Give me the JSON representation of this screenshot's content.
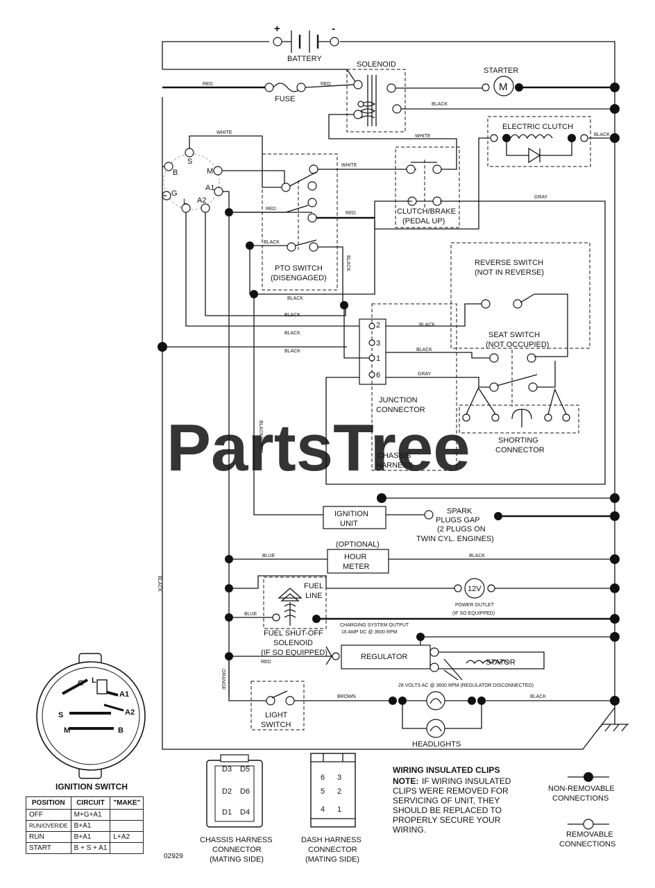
{
  "watermark": "PartsTree",
  "labels": {
    "battery": "BATTERY",
    "plus": "+",
    "minus": "-",
    "solenoid": "SOLENOID",
    "starter": "STARTER",
    "motor_m": "M",
    "fuse": "FUSE",
    "electric_clutch": "ELECTRIC CLUTCH",
    "ign_s": "S",
    "ign_b": "B",
    "ign_m": "M",
    "ign_g": "G",
    "ign_a1": "A1",
    "ign_l": "L",
    "ign_a2": "A2",
    "pto_switch_1": "PTO SWITCH",
    "pto_switch_2": "(DISENGAGED)",
    "clutch_brake_1": "CLUTCH/BRAKE",
    "clutch_brake_2": "(PEDAL UP)",
    "reverse_switch_1": "REVERSE SWITCH",
    "reverse_switch_2": "(NOT IN REVERSE)",
    "seat_switch_1": "SEAT SWITCH",
    "seat_switch_2": "(NOT OCCUPIED)",
    "junction_1": "JUNCTION",
    "junction_2": "CONNECTOR",
    "shorting_1": "SHORTING",
    "shorting_2": "CONNECTOR",
    "chassis_1": "CHASSIS",
    "chassis_2": "HARNESS",
    "pin_2": "2",
    "pin_3": "3",
    "pin_1": "1",
    "pin_6": "6",
    "ignition_unit_1": "IGNITION",
    "ignition_unit_2": "UNIT",
    "spark_1": "SPARK",
    "spark_2": "PLUGS GAP",
    "spark_3": "(2 PLUGS ON",
    "spark_4": "TWIN CYL. ENGINES)",
    "optional": "(OPTIONAL)",
    "hour_1": "HOUR",
    "hour_2": "METER",
    "fuel_line_1": "FUEL",
    "fuel_line_2": "LINE",
    "twelve_v": "12V",
    "power_outlet_1": "POWER OUTLET",
    "power_outlet_2": "(IF SO EQUIPPED)",
    "charging_1": "CHARGING SYSTEM OUTPUT",
    "charging_2": "16 AMP DC @ 3600 RPM",
    "fuel_shutoff_1": "FUEL SHUT-OFF",
    "fuel_shutoff_2": "SOLENOID",
    "fuel_shutoff_3": "(IF SO EQUIPPED)",
    "regulator": "REGULATOR",
    "stator": "STATOR",
    "ac_note": "28 VOLTS AC @ 3600 RPM (REGULATOR DISCONNECTED)",
    "light_1": "LIGHT",
    "light_2": "SWITCH",
    "headlights": "HEADLIGHTS",
    "chassis_conn_1": "CHASSIS HARNESS",
    "chassis_conn_2": "CONNECTOR",
    "chassis_conn_3": "(MATING SIDE)",
    "dash_conn_1": "DASH HARNESS",
    "dash_conn_2": "CONNECTOR",
    "dash_conn_3": "(MATING SIDE)",
    "d3": "D3",
    "d5": "D5",
    "d2": "D2",
    "d6": "D6",
    "d1": "D1",
    "d4": "D4",
    "p6": "6",
    "p3": "3",
    "p5": "5",
    "p2": "2",
    "p4": "4",
    "p1": "1"
  },
  "wires": {
    "red": "RED",
    "black": "BLACK",
    "white": "WHITE",
    "gray": "GRAY",
    "blue": "BLUE",
    "brown": "BROWN",
    "orange": "ORANGE",
    "black_white": "BLACK/WHITE"
  },
  "notes": {
    "title": "WIRING INSULATED CLIPS",
    "lead": "NOTE:",
    "line1": "IF WIRING INSULATED",
    "line2": "CLIPS WERE REMOVED FOR",
    "line3": "SERVICING OF UNIT, THEY",
    "line4": "SHOULD BE REPLACED TO",
    "line5": "PROPERLY SECURE YOUR",
    "line6": "WIRING."
  },
  "legend": {
    "nonremovable_1": "NON-REMOVABLE",
    "nonremovable_2": "CONNECTIONS",
    "removable_1": "REMOVABLE",
    "removable_2": "CONNECTIONS"
  },
  "ignition_switch": {
    "title": "IGNITION SWITCH",
    "g": "G",
    "l": "L",
    "a1": "A1",
    "s": "S",
    "a2": "A2",
    "m": "M",
    "b": "B",
    "headers": [
      "POSITION",
      "CIRCUIT",
      "\"MAKE\""
    ],
    "rows": [
      [
        "OFF",
        "M+G+A1",
        ""
      ],
      [
        "RUN/OVERIDE",
        "B+A1",
        ""
      ],
      [
        "RUN",
        "B+A1",
        "L+A2"
      ],
      [
        "START",
        "B + S + A1",
        ""
      ]
    ]
  },
  "figure_number": "02929"
}
